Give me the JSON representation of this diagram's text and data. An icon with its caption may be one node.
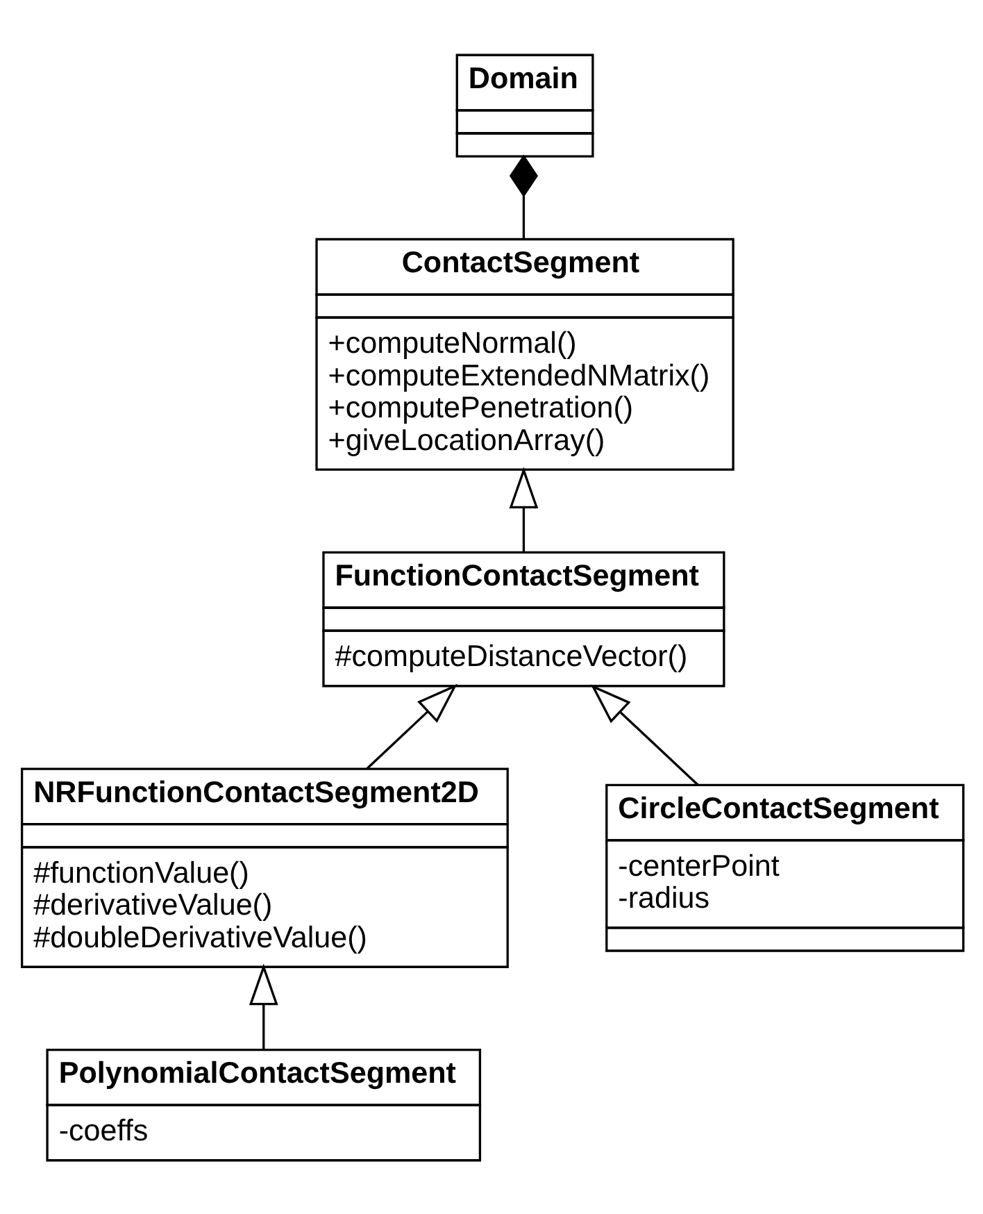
{
  "diagram": {
    "nodes": [
      {
        "text": [
          "Domain"
        ]
      },
      {
        "text": [
          "ContactSegment",
          "+computeNormal()",
          "+computeExtendedNMatrix()",
          "+computePenetration()",
          "+giveLocationArray()"
        ]
      },
      {
        "text": [
          "FunctionContactSegment",
          "#computeDistanceVector()"
        ]
      },
      {
        "text": [
          "NRFunctionContactSegment2D",
          "#functionValue()",
          "#derivativeValue()",
          "#doubleDerivativeValue()"
        ]
      },
      {
        "text": [
          "CircleContactSegment",
          "-centerPoint",
          "-radius"
        ]
      },
      {
        "text": [
          "PolynomialContactSegment",
          "-coeffs"
        ]
      }
    ],
    "edges": [
      {
        "from": 1,
        "to": 0,
        "arrow": "other"
      },
      {
        "from": 2,
        "to": 1,
        "arrow": "to"
      },
      {
        "from": 3,
        "to": 2,
        "arrow": "to"
      },
      {
        "from": 4,
        "to": 2,
        "arrow": "to"
      },
      {
        "from": 5,
        "to": 3,
        "arrow": "to"
      }
    ]
  }
}
